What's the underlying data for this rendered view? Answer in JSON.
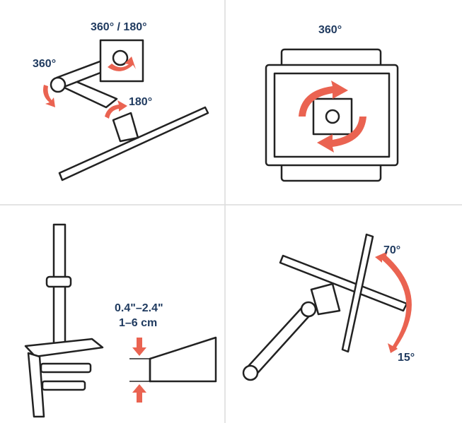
{
  "panels": {
    "arm_rotation": {
      "label_top": "360° / 180°",
      "label_left": "360°",
      "label_right": "180°"
    },
    "screen_rotation": {
      "label": "360°"
    },
    "desk_clamp": {
      "thickness_in": "0.4\"–2.4\"",
      "thickness_cm": "1–6 cm"
    },
    "tilt": {
      "label_top": "70°",
      "label_bottom": "15°"
    }
  },
  "colors": {
    "text": "#1f3a5f",
    "arrow": "#ea6351",
    "divider": "#dcdcdc"
  }
}
